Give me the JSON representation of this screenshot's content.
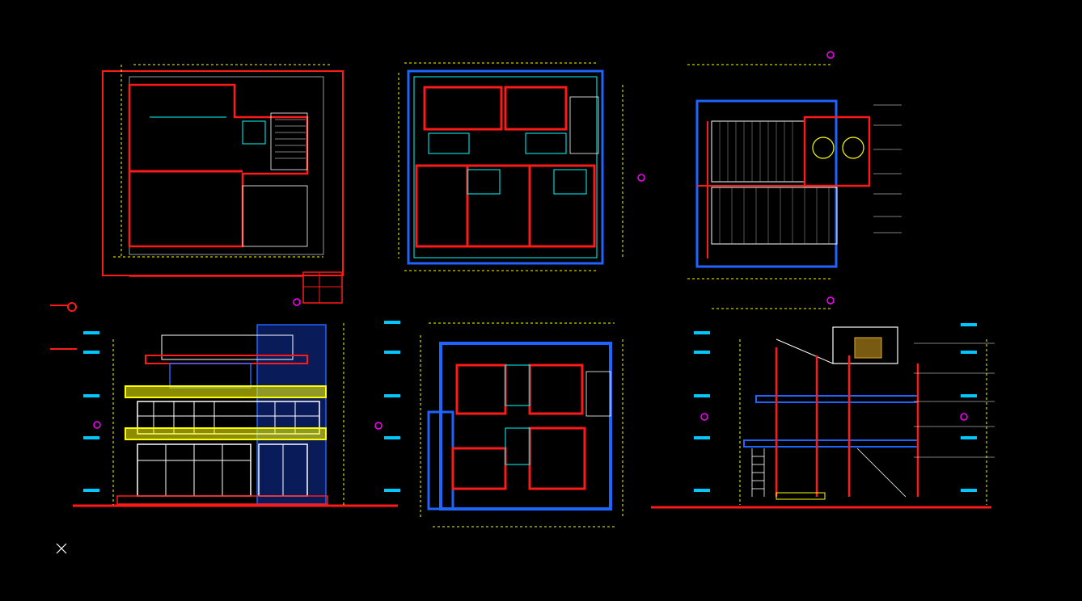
{
  "window": {
    "title": ""
  },
  "colors": {
    "background": "#000000",
    "wall": "#ff1a1a",
    "dimension": "#ffff00",
    "tile": "#1e64ff",
    "grid": "#ffffff",
    "level_marker": "#00c8ff",
    "green": "#00ff00",
    "magenta": "#ff00ff",
    "cyan": "#00ffff"
  },
  "drawings": [
    {
      "id": "plan-ground",
      "kind": "floor-plan"
    },
    {
      "id": "plan-second",
      "kind": "floor-plan"
    },
    {
      "id": "plan-roof",
      "kind": "roof-plan"
    },
    {
      "id": "elevation-front",
      "kind": "elevation"
    },
    {
      "id": "plan-third",
      "kind": "floor-plan"
    },
    {
      "id": "section",
      "kind": "section"
    }
  ],
  "ucs_icon": "ucs-cross-icon"
}
